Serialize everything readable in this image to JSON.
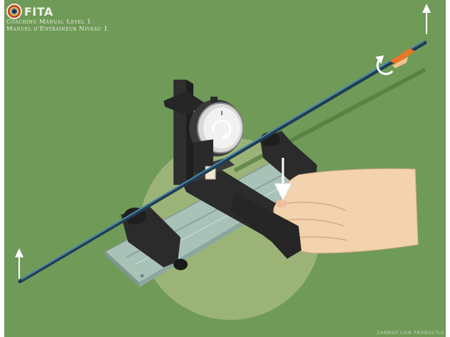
{
  "header": {
    "brand": "FITA",
    "subtitle_1": "Coaching Manual Level 1",
    "subtitle_2": "Manuel d'Entraineur Niveau 1"
  },
  "footer": {
    "credit": "ZAMBOT.COM PRODUCTIO"
  },
  "icons": {
    "logo": "fita-emblem-icon",
    "gauge": "dial-gauge-icon"
  },
  "colors": {
    "background": "#6f9a58",
    "arrow_shaft": "#2f5d79",
    "jig": "#2b2b2b",
    "base_plate": "#a9c2b8",
    "skin": "#f3d2ae"
  }
}
